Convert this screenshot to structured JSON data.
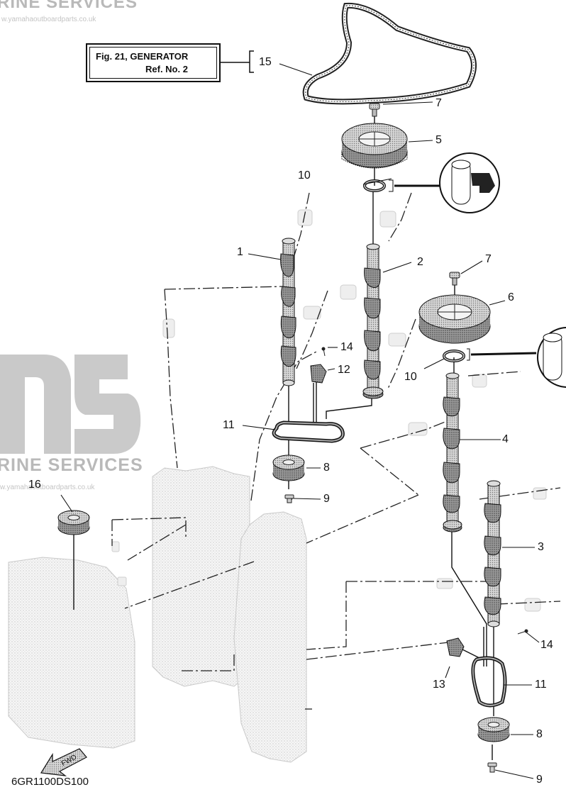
{
  "watermark": {
    "brand": "RINE SERVICES",
    "url": "w.yamahaoutboardparts.co.uk",
    "brand_mid": "RINE SERVICES",
    "url_mid": "w.yamahaoutboardparts.co.uk"
  },
  "reference_box": {
    "line1": "Fig. 21, GENERATOR",
    "line2": "Ref. No. 2"
  },
  "callouts": {
    "c1": "1",
    "c2": "2",
    "c3": "3",
    "c4": "4",
    "c5": "5",
    "c6": "6",
    "c7a": "7",
    "c7b": "7",
    "c8a": "8",
    "c8b": "8",
    "c9a": "9",
    "c9b": "9",
    "c10a": "10",
    "c10b": "10",
    "c11a": "11",
    "c11b": "11",
    "c12": "12",
    "c13": "13",
    "c14a": "14",
    "c14b": "14",
    "c15": "15",
    "c16": "16"
  },
  "fwd_arrow_label": "FWD",
  "drawing_code": "6GR1100DS100"
}
